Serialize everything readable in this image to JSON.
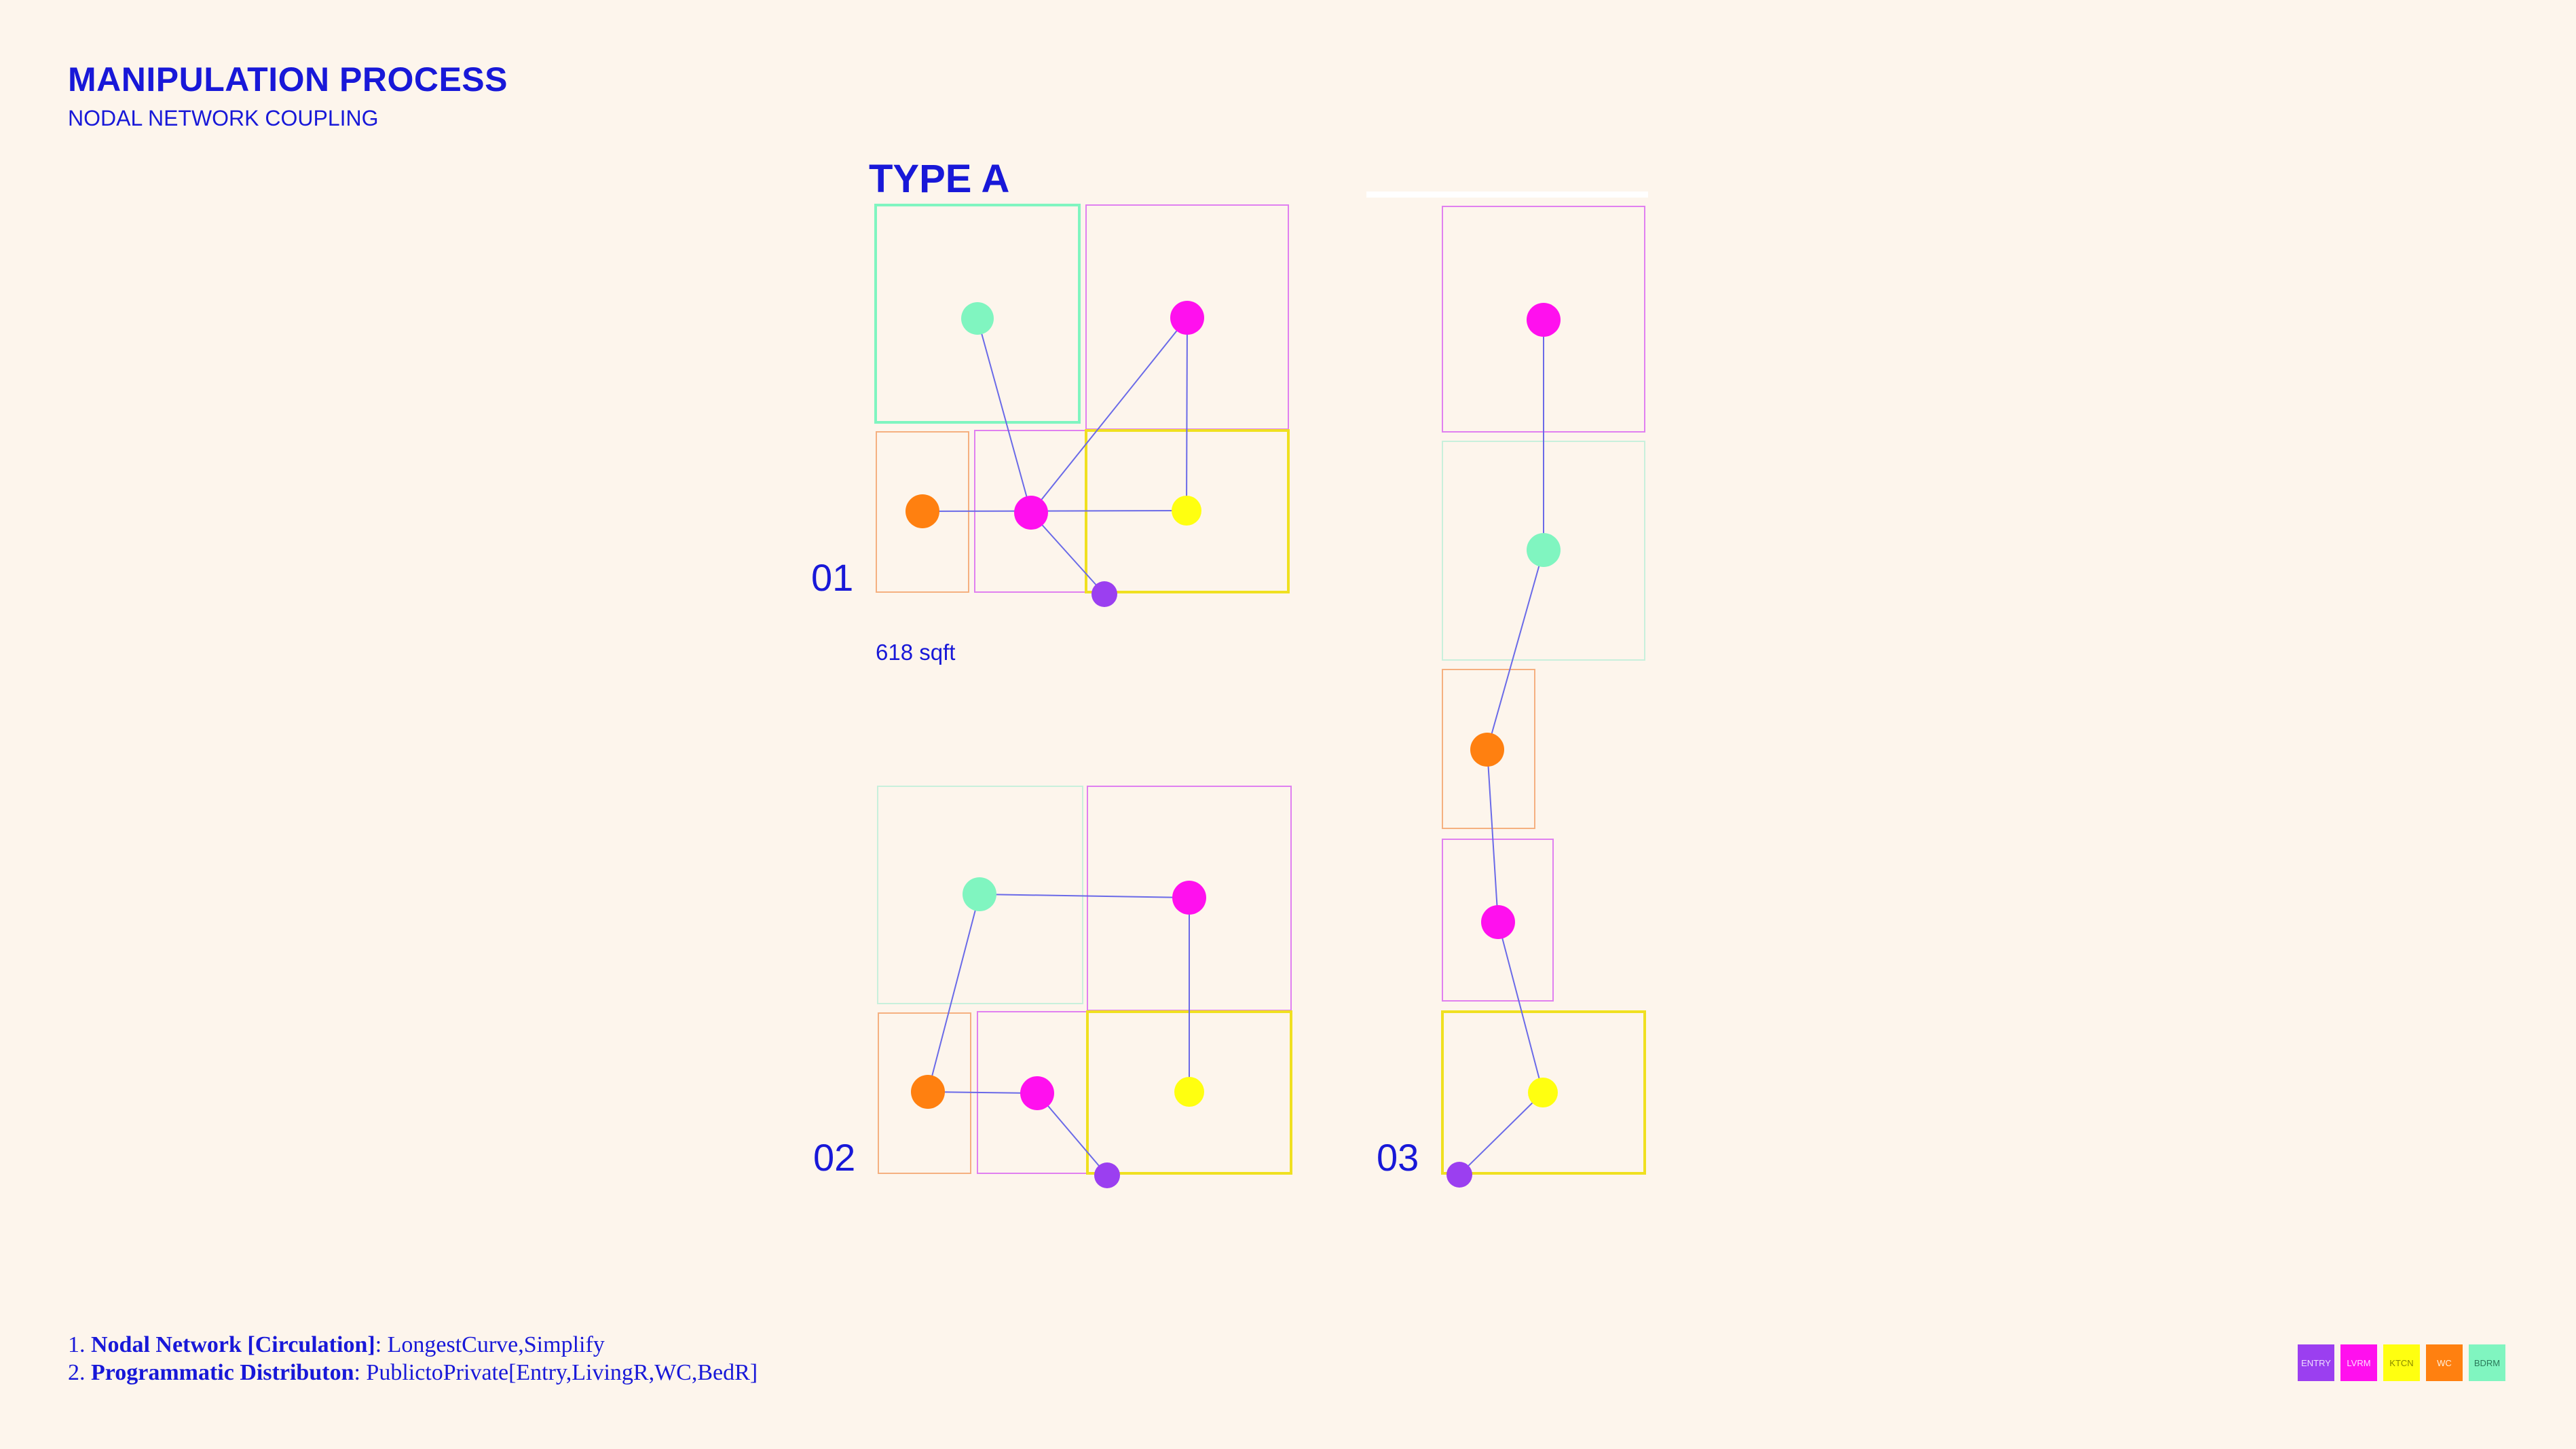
{
  "header": {
    "title": "MANIPULATION PROCESS",
    "subtitle": "NODAL NETWORK COUPLING"
  },
  "type_label": "TYPE A",
  "diagram_labels": [
    "01",
    "02",
    "03"
  ],
  "area_label": "618 sqft",
  "notes": [
    {
      "number": "1.",
      "heading": "Nodal Network [Circulation]",
      "text": ": LongestCurve,Simplify"
    },
    {
      "number": "2.",
      "heading": "Programmatic Distributon",
      "text": ": PublictoPrivate[Entry,LivingR,WC,BedR]"
    }
  ],
  "legend": [
    {
      "label": "ENTRY",
      "color": "#9b3ff0",
      "text_color": "#f0e0ff"
    },
    {
      "label": "LVRM",
      "color": "#ff10ee",
      "text_color": "#ffe0ff"
    },
    {
      "label": "KTCN",
      "color": "#ffff10",
      "text_color": "#8a8a00"
    },
    {
      "label": "WC",
      "color": "#ff8010",
      "text_color": "#fff0e0"
    },
    {
      "label": "BDRM",
      "color": "#80f5c0",
      "text_color": "#2a7a5a"
    }
  ],
  "colors": {
    "text": "#1818d8",
    "background": "#fdf5ec",
    "edge": "#6a6ae8"
  }
}
